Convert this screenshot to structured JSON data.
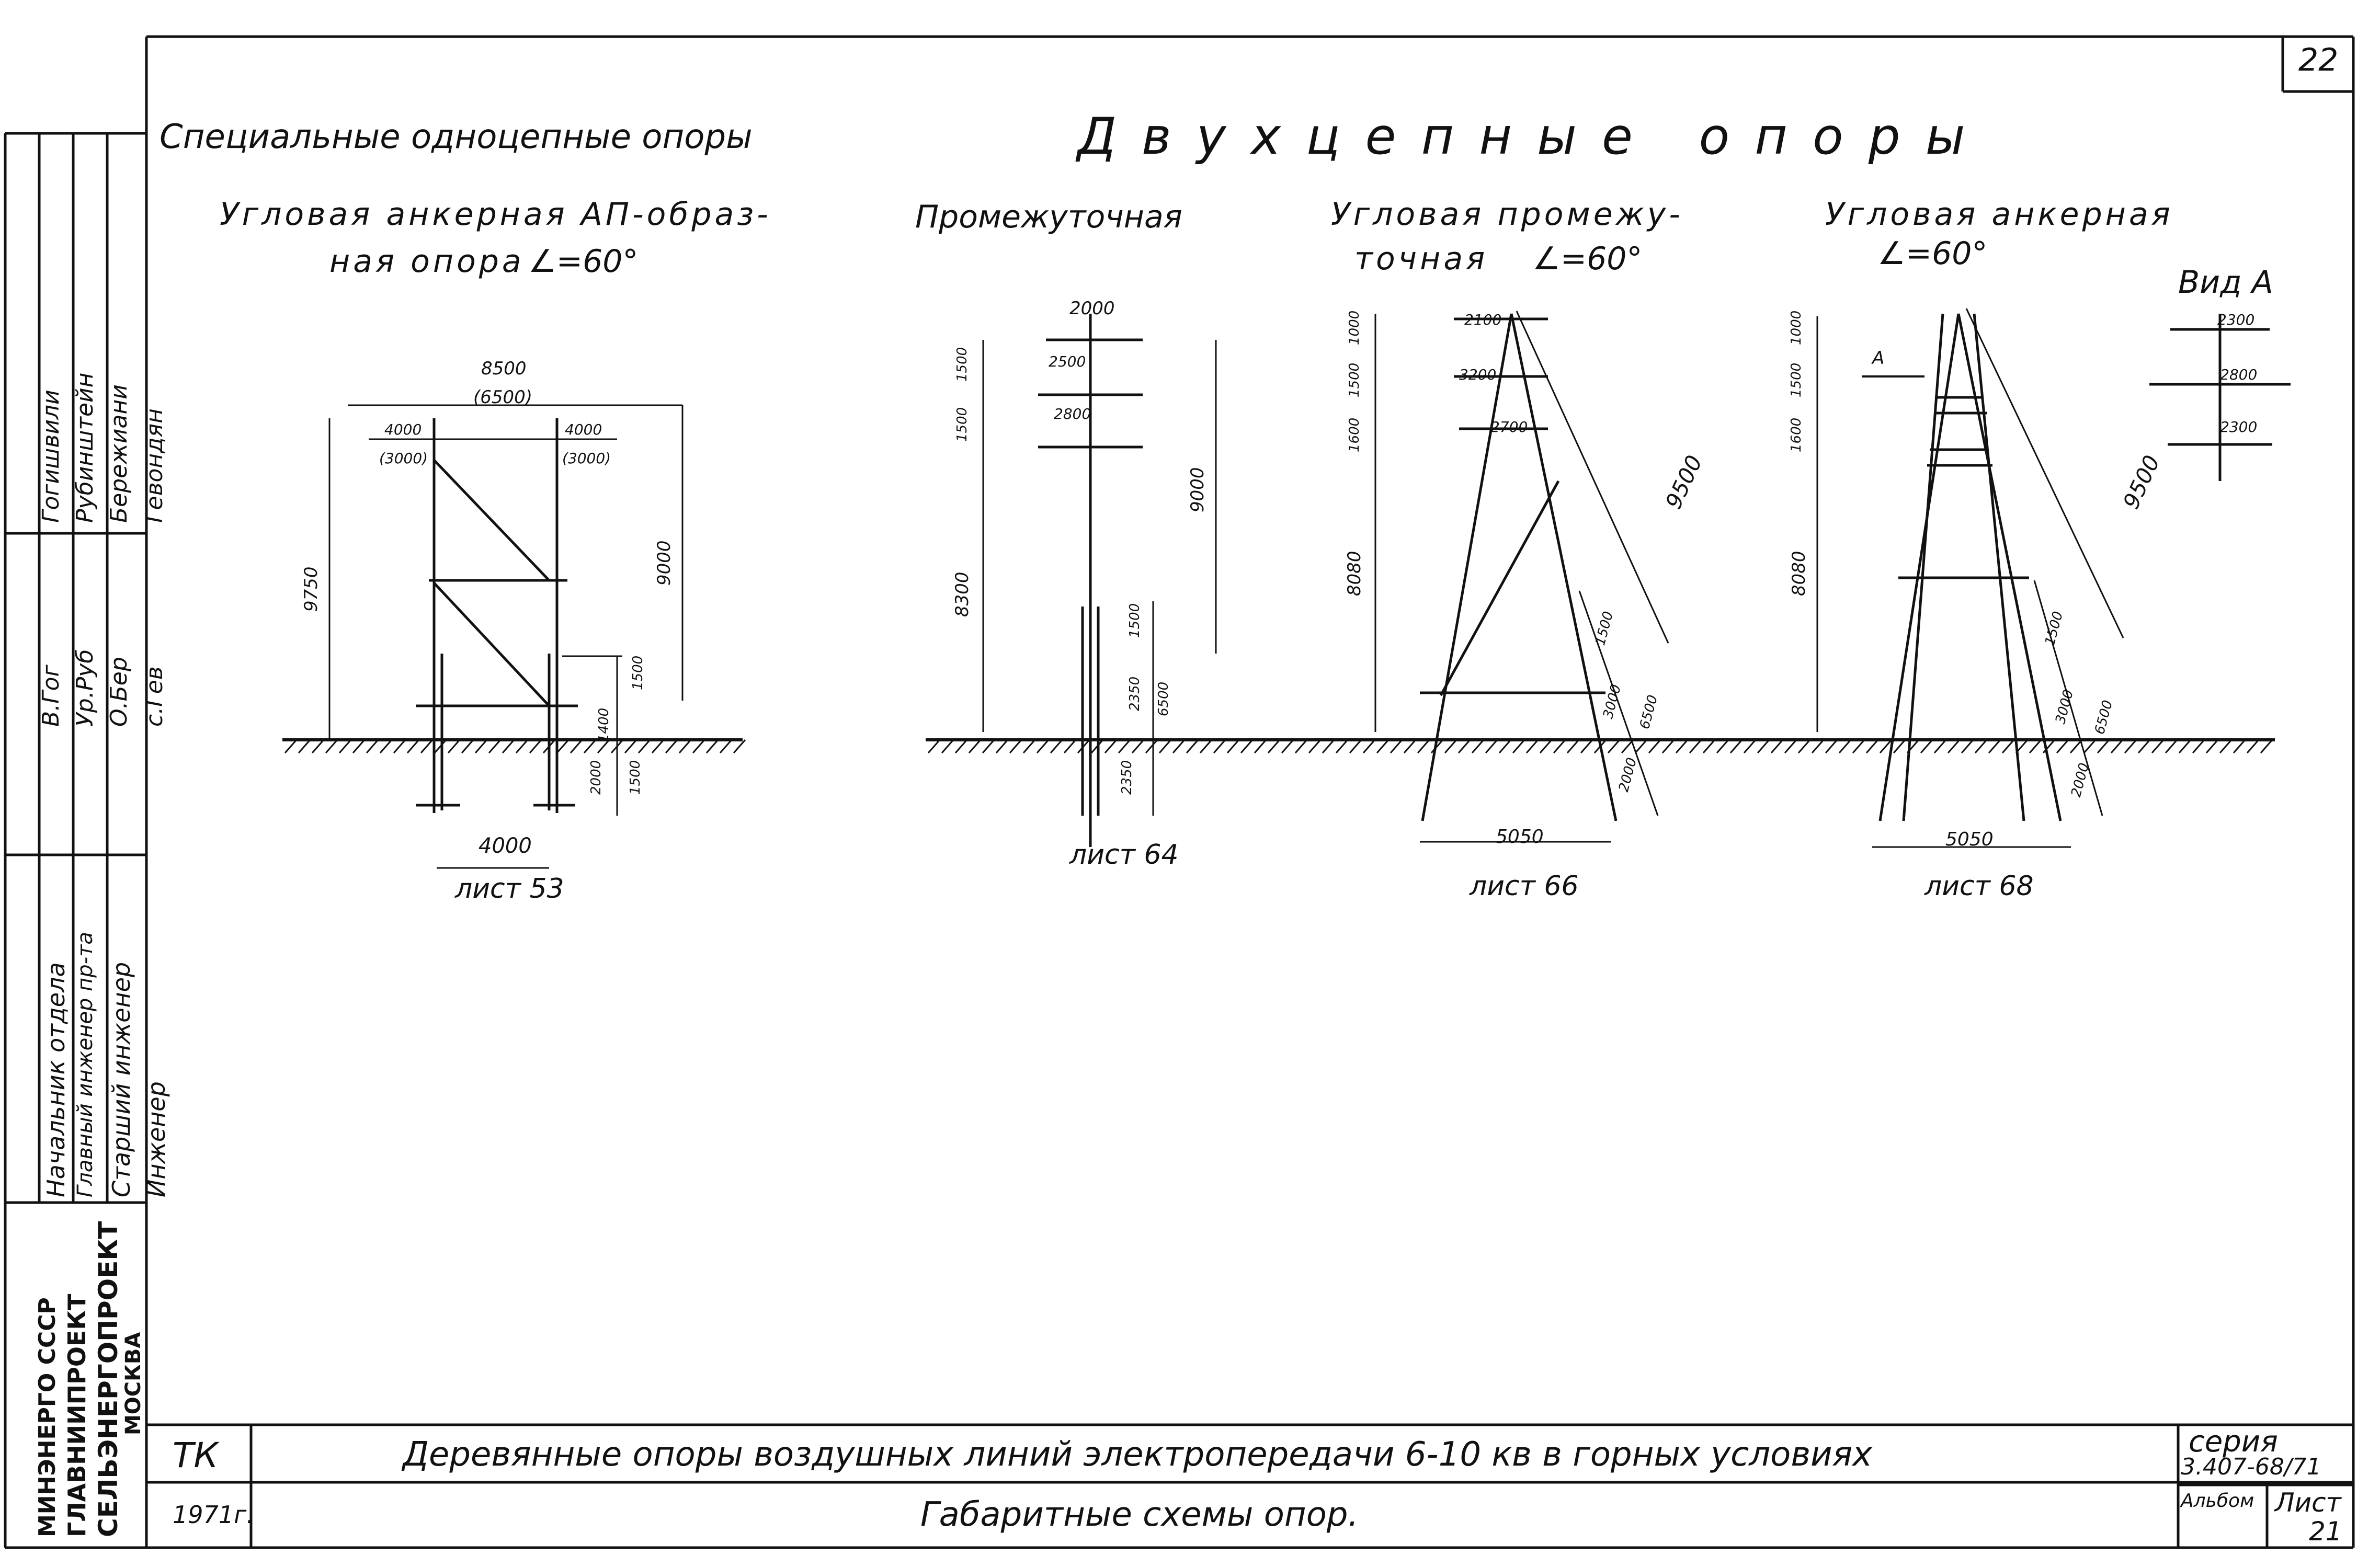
{
  "sheet_number_top": "22",
  "headings": {
    "special_single": "Специальные одноцепные опоры",
    "double_circuit": "Двухцепные опоры"
  },
  "supports": [
    {
      "title_line1": "Угловая анкерная АП-образ-",
      "title_line2": "ная опора",
      "angle": "∠=60°",
      "sheet_ref": "лист 53",
      "dims": {
        "top_width": "8500",
        "top_width_alt": "(6500)",
        "half_left": "4000",
        "half_left_alt": "(3000)",
        "half_right": "4000",
        "half_right_alt": "(3000)",
        "height_left": "9750",
        "height_right": "9000",
        "d_1500": "1500",
        "d_1400": "1400",
        "d_2000": "2000",
        "d_1500b": "1500",
        "base_width": "4000"
      }
    },
    {
      "title_line1": "Промежуточная",
      "sheet_ref": "лист 64",
      "dims": {
        "arm_top": "2000",
        "arm_mid": "2500",
        "arm_low": "2800",
        "h_1500": "1500",
        "h_1500b": "1500",
        "h_8300": "8300",
        "h_9000": "9000",
        "h_1500c": "1500",
        "h_2350": "2350",
        "h_6500": "6500",
        "h_2350b": "2350"
      }
    },
    {
      "title_line1": "Угловая промежу-",
      "title_line2": "точная",
      "angle": "∠=60°",
      "sheet_ref": "лист 66",
      "dims": {
        "arm_top": "2100",
        "arm_mid": "3200",
        "arm_low": "2700",
        "h_1000": "1000",
        "h_1500": "1500",
        "h_1600": "1600",
        "h_8080": "8080",
        "h_9500": "9500",
        "h_1500b": "1500",
        "h_3000": "3000",
        "h_6500": "6500",
        "h_2000": "2000",
        "base_width": "5050"
      }
    },
    {
      "title_line1": "Угловая анкерная",
      "angle": "∠=60°",
      "sheet_ref": "лист 68",
      "dims": {
        "h_1000": "1000",
        "h_1500": "1500",
        "h_1600": "1600",
        "h_8080": "8080",
        "h_9500": "9500",
        "h_1500b": "1500",
        "h_3000": "3000",
        "h_6500": "6500",
        "h_2000": "2000",
        "base_width": "5050",
        "view_mark": "А"
      }
    }
  ],
  "view_a": {
    "title": "Вид А",
    "arms": [
      "2300",
      "2800",
      "2300"
    ]
  },
  "side_stamp": {
    "positions": [
      "Начальник отдела",
      "Главный инженер пр-та",
      "Старший инженер",
      "Инженер"
    ],
    "names": [
      "Гогишвили",
      "Рубинштейн",
      "Бережиани",
      "Гевондян"
    ],
    "signatures": [
      "В.Гог",
      "Ур.Руб",
      "О.Бер",
      "с.Гев"
    ],
    "org_lines": [
      "МИНЭНЕРГО СССР",
      "ГЛАВНИИПРОЕКТ",
      "СЕЛЬЭНЕРГОПРОЕКТ",
      "МОСКВА"
    ]
  },
  "title_block": {
    "code": "ТК",
    "year": "1971г.",
    "title": "Деревянные опоры воздушных линий электропередачи 6-10 кв в горных условиях",
    "subtitle": "Габаритные схемы опор.",
    "series_label": "серия",
    "series_value": "3.407-68/71",
    "album_label": "Альбом",
    "sheet_label": "Лист",
    "sheet_value": "21"
  }
}
